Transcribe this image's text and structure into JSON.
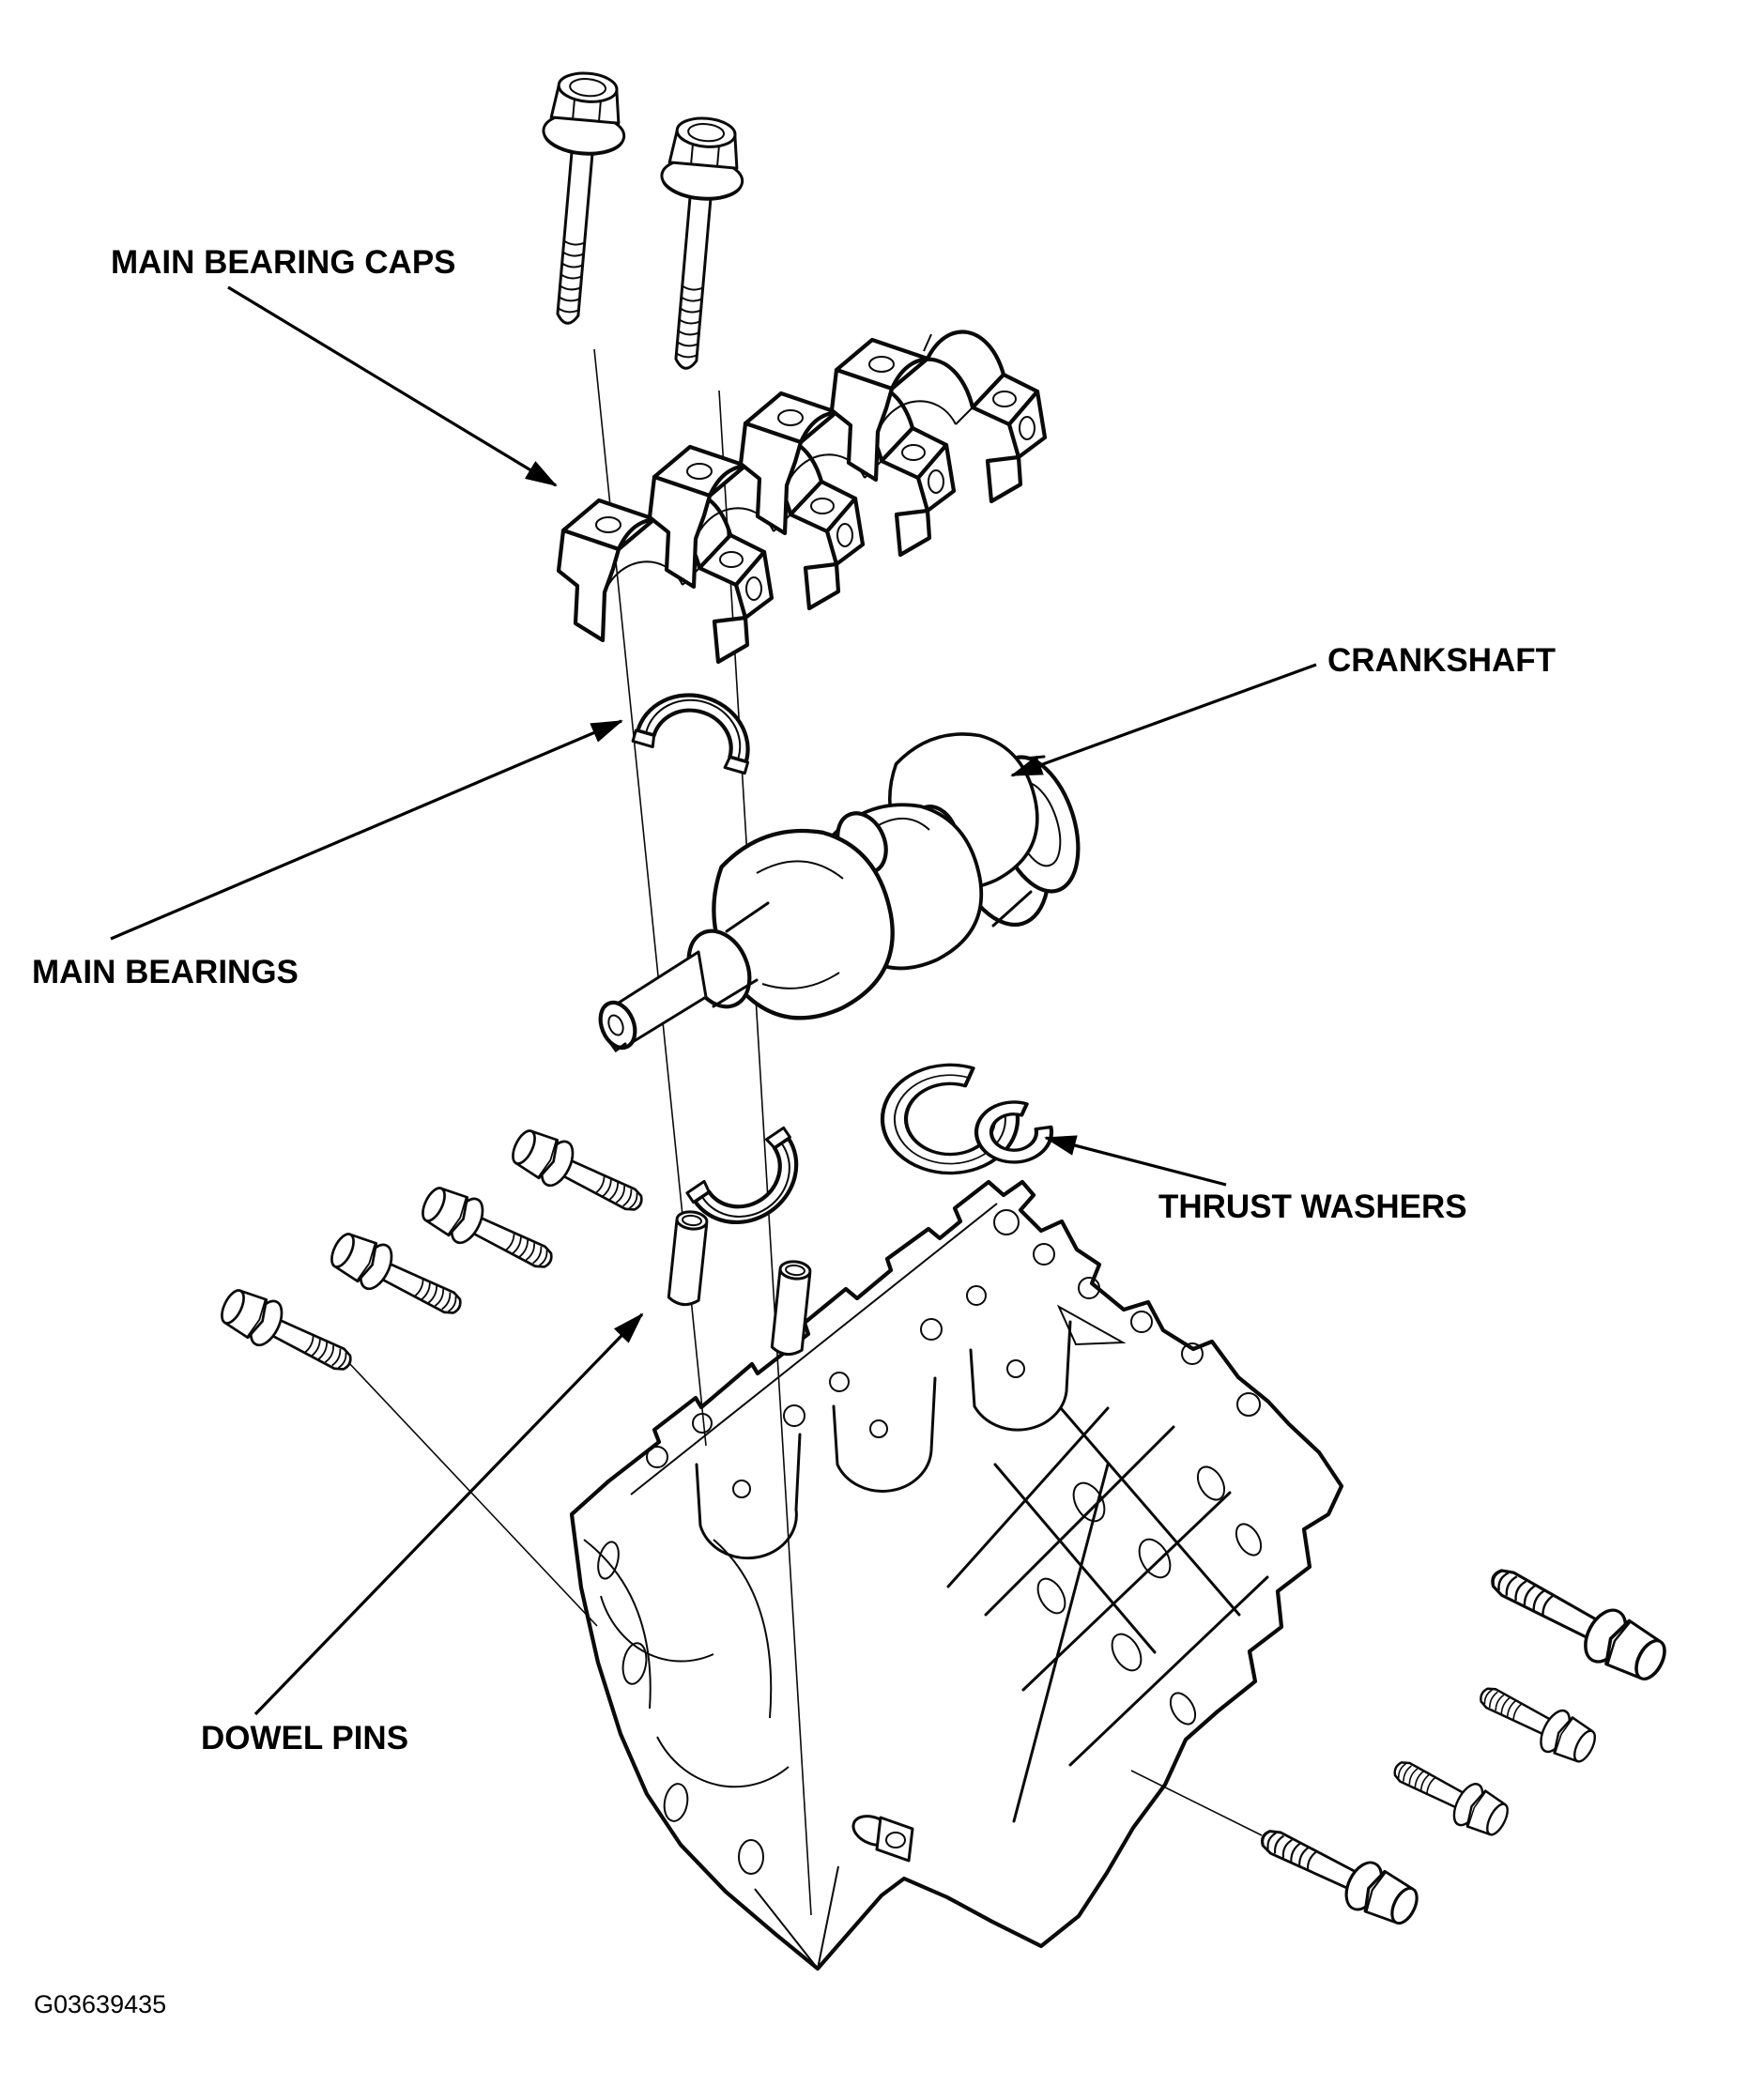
{
  "figure_id": "G03639435",
  "labels": {
    "main_bearing_caps": "MAIN BEARING CAPS",
    "crankshaft": "CRANKSHAFT",
    "main_bearings": "MAIN BEARINGS",
    "thrust_washers": "THRUST WASHERS",
    "dowel_pins": "DOWEL PINS"
  },
  "colors": {
    "ink": "#0a0a0a",
    "background": "#ffffff"
  },
  "diagram_type": "exploded-view engine block, crankshaft and main bearing components"
}
